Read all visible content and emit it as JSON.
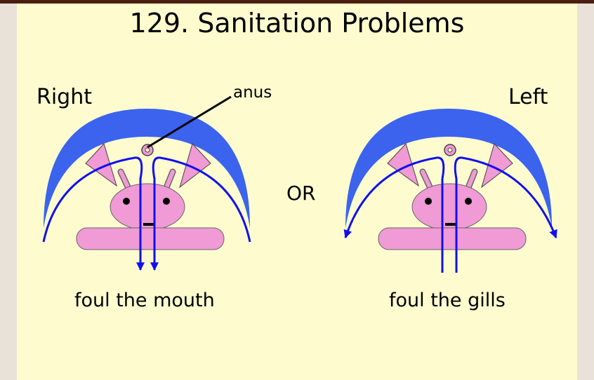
{
  "title": "129. Sanitation Problems",
  "labels": {
    "right": "Right",
    "left": "Left",
    "anus": "anus",
    "or": "OR"
  },
  "captions": {
    "left_panel": "foul the mouth",
    "right_panel": "foul the gills"
  },
  "colors": {
    "background": "#fefccf",
    "shell": "#3b63ee",
    "body": "#f09ad6",
    "flow": "#1010ee"
  }
}
